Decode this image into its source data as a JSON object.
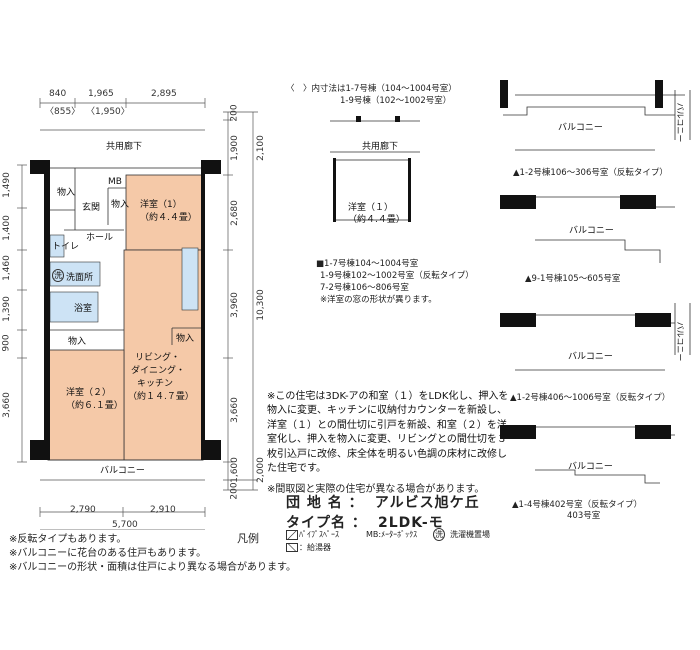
{
  "plan": {
    "top_dims": [
      "840",
      "1,965",
      "2,895"
    ],
    "top_dims_alt": [
      "〈855〉",
      "〈1,950〉"
    ],
    "bottom_dims": [
      "2,790",
      "2,910"
    ],
    "bottom_total": "5,700",
    "left_dims": [
      "1,490",
      "1,400",
      "1,460",
      "1,390",
      "900",
      "3,660"
    ],
    "right_dims": [
      "200",
      "1,900",
      "2,100",
      "2,680",
      "3,960",
      "10,300",
      "3,660",
      "1,600",
      "2,000",
      "200"
    ],
    "corridor": "共用廊下",
    "balcony": "バルコニー",
    "rooms": {
      "storage1": "物入",
      "entrance": "玄関",
      "mb": "MB",
      "storage2": "物入",
      "western1": [
        "洋室（1）",
        "（約４.４畳）"
      ],
      "hall": "ホール",
      "toilet": "トイレ",
      "wash_mark": "洗",
      "washroom": "洗面所",
      "bath": "浴室",
      "storage3": "物入",
      "storage4": "物入",
      "ldk": [
        "リビング・",
        "ダイニング・",
        "キッチン",
        "（約１４.７畳）"
      ],
      "western2": [
        "洋室（２）",
        "（約６.１畳）"
      ]
    }
  },
  "variant_top": {
    "note": [
      "〈　〉内寸法は1-7号棟（104～1004号室）",
      "1-9号棟（102～1002号室）"
    ],
    "corridor": "共用廊下",
    "room": [
      "洋室（１）",
      "（約４.４畳）"
    ],
    "legend": [
      "■1-7号棟104～1004号室",
      "1-9号棟102～1002号室（反転タイプ）",
      "7-2号棟106～806号室",
      "※洋室の窓の形状が異ります。"
    ]
  },
  "notes_main": "※この住宅は3DK-アの和室（１）をLDK化し、押入を物入に変更、キッチンに収納付カウンターを新設し、洋室（１）との間仕切に引戸を新設、和室（２）を洋室化し、押入を物入に変更、リビングとの間仕切を３枚引込戸に改修、床全体を明るい色調の床材に改修した住宅です。",
  "disclaimer": "※間取図と実際の住宅が異なる場合があります。",
  "title_block": {
    "complex_label": "団 地 名 ：",
    "complex_value": "アルビス旭ケ丘",
    "type_label": "タイプ名 ：",
    "type_value": "2LDK-モ"
  },
  "legend": {
    "heading": "凡例",
    "items": [
      "ﾊﾟｲﾌﾟｽﾍﾟｰｽ",
      "MB:ﾒｰﾀｰﾎﾞｯｸｽ",
      "洗",
      "洗濯機置場",
      "：給湯器"
    ]
  },
  "footnotes": [
    "※反転タイプもあります。",
    "※バルコニーに花台のある住戸もあります。",
    "※バルコニーの形状・面積は住戸により異なる場合があります。"
  ],
  "balconies": [
    {
      "label": "バルコニー",
      "side": "バルコニー",
      "caption": "▲1-2号棟106～306号室（反転タイプ）"
    },
    {
      "label": "バルコニー",
      "caption": "▲9-1号棟105～605号室"
    },
    {
      "label": "バルコニー",
      "side": "バルコニー",
      "caption": "▲1-2号棟406～1006号室（反転タイプ）"
    },
    {
      "label": "バルコニー",
      "caption": [
        "▲1-4号棟402号室（反転タイプ）",
        "403号室"
      ]
    }
  ],
  "colors": {
    "room_fill": "#f5c9a8",
    "wet_fill": "#cde3f5",
    "wall": "#111111",
    "line": "#555555"
  }
}
